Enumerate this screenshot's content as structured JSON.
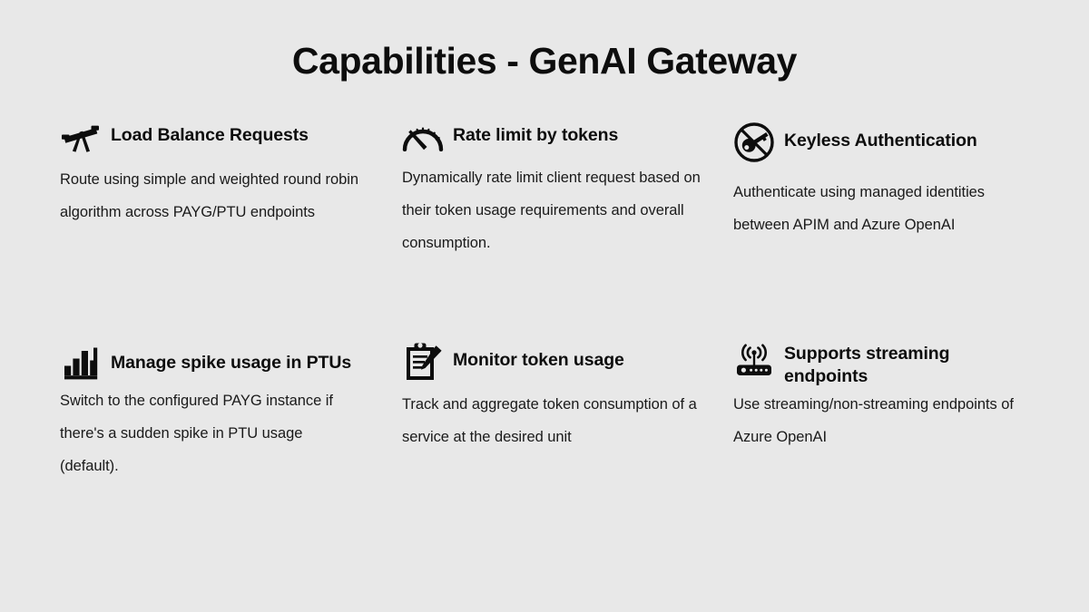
{
  "slide": {
    "title": "Capabilities - GenAI Gateway",
    "background_color": "#e8e8e8",
    "text_color": "#111111"
  },
  "cards": [
    {
      "icon": "balance-scale-icon",
      "title": "Load Balance Requests",
      "body": "Route using simple and weighted round robin algorithm across PAYG/PTU endpoints"
    },
    {
      "icon": "speedometer-gauge-icon",
      "title": "Rate limit by tokens",
      "body": "Dynamically rate limit client request based on their token usage requirements and overall consumption."
    },
    {
      "icon": "key-prohibited-icon",
      "title": "Keyless Authentication",
      "body": "Authenticate using managed identities between APIM and Azure OpenAI"
    },
    {
      "icon": "bar-chart-icon",
      "title": "Manage spike usage in PTUs",
      "body": "Switch to the configured PAYG instance if there's a sudden spike in PTU usage (default)."
    },
    {
      "icon": "clipboard-pencil-icon",
      "title": "Monitor token usage",
      "body": "Track and aggregate token consumption of a service at the desired unit"
    },
    {
      "icon": "router-broadcast-icon",
      "title": "Supports streaming endpoints",
      "body": "Use streaming/non-streaming endpoints of Azure OpenAI"
    }
  ]
}
